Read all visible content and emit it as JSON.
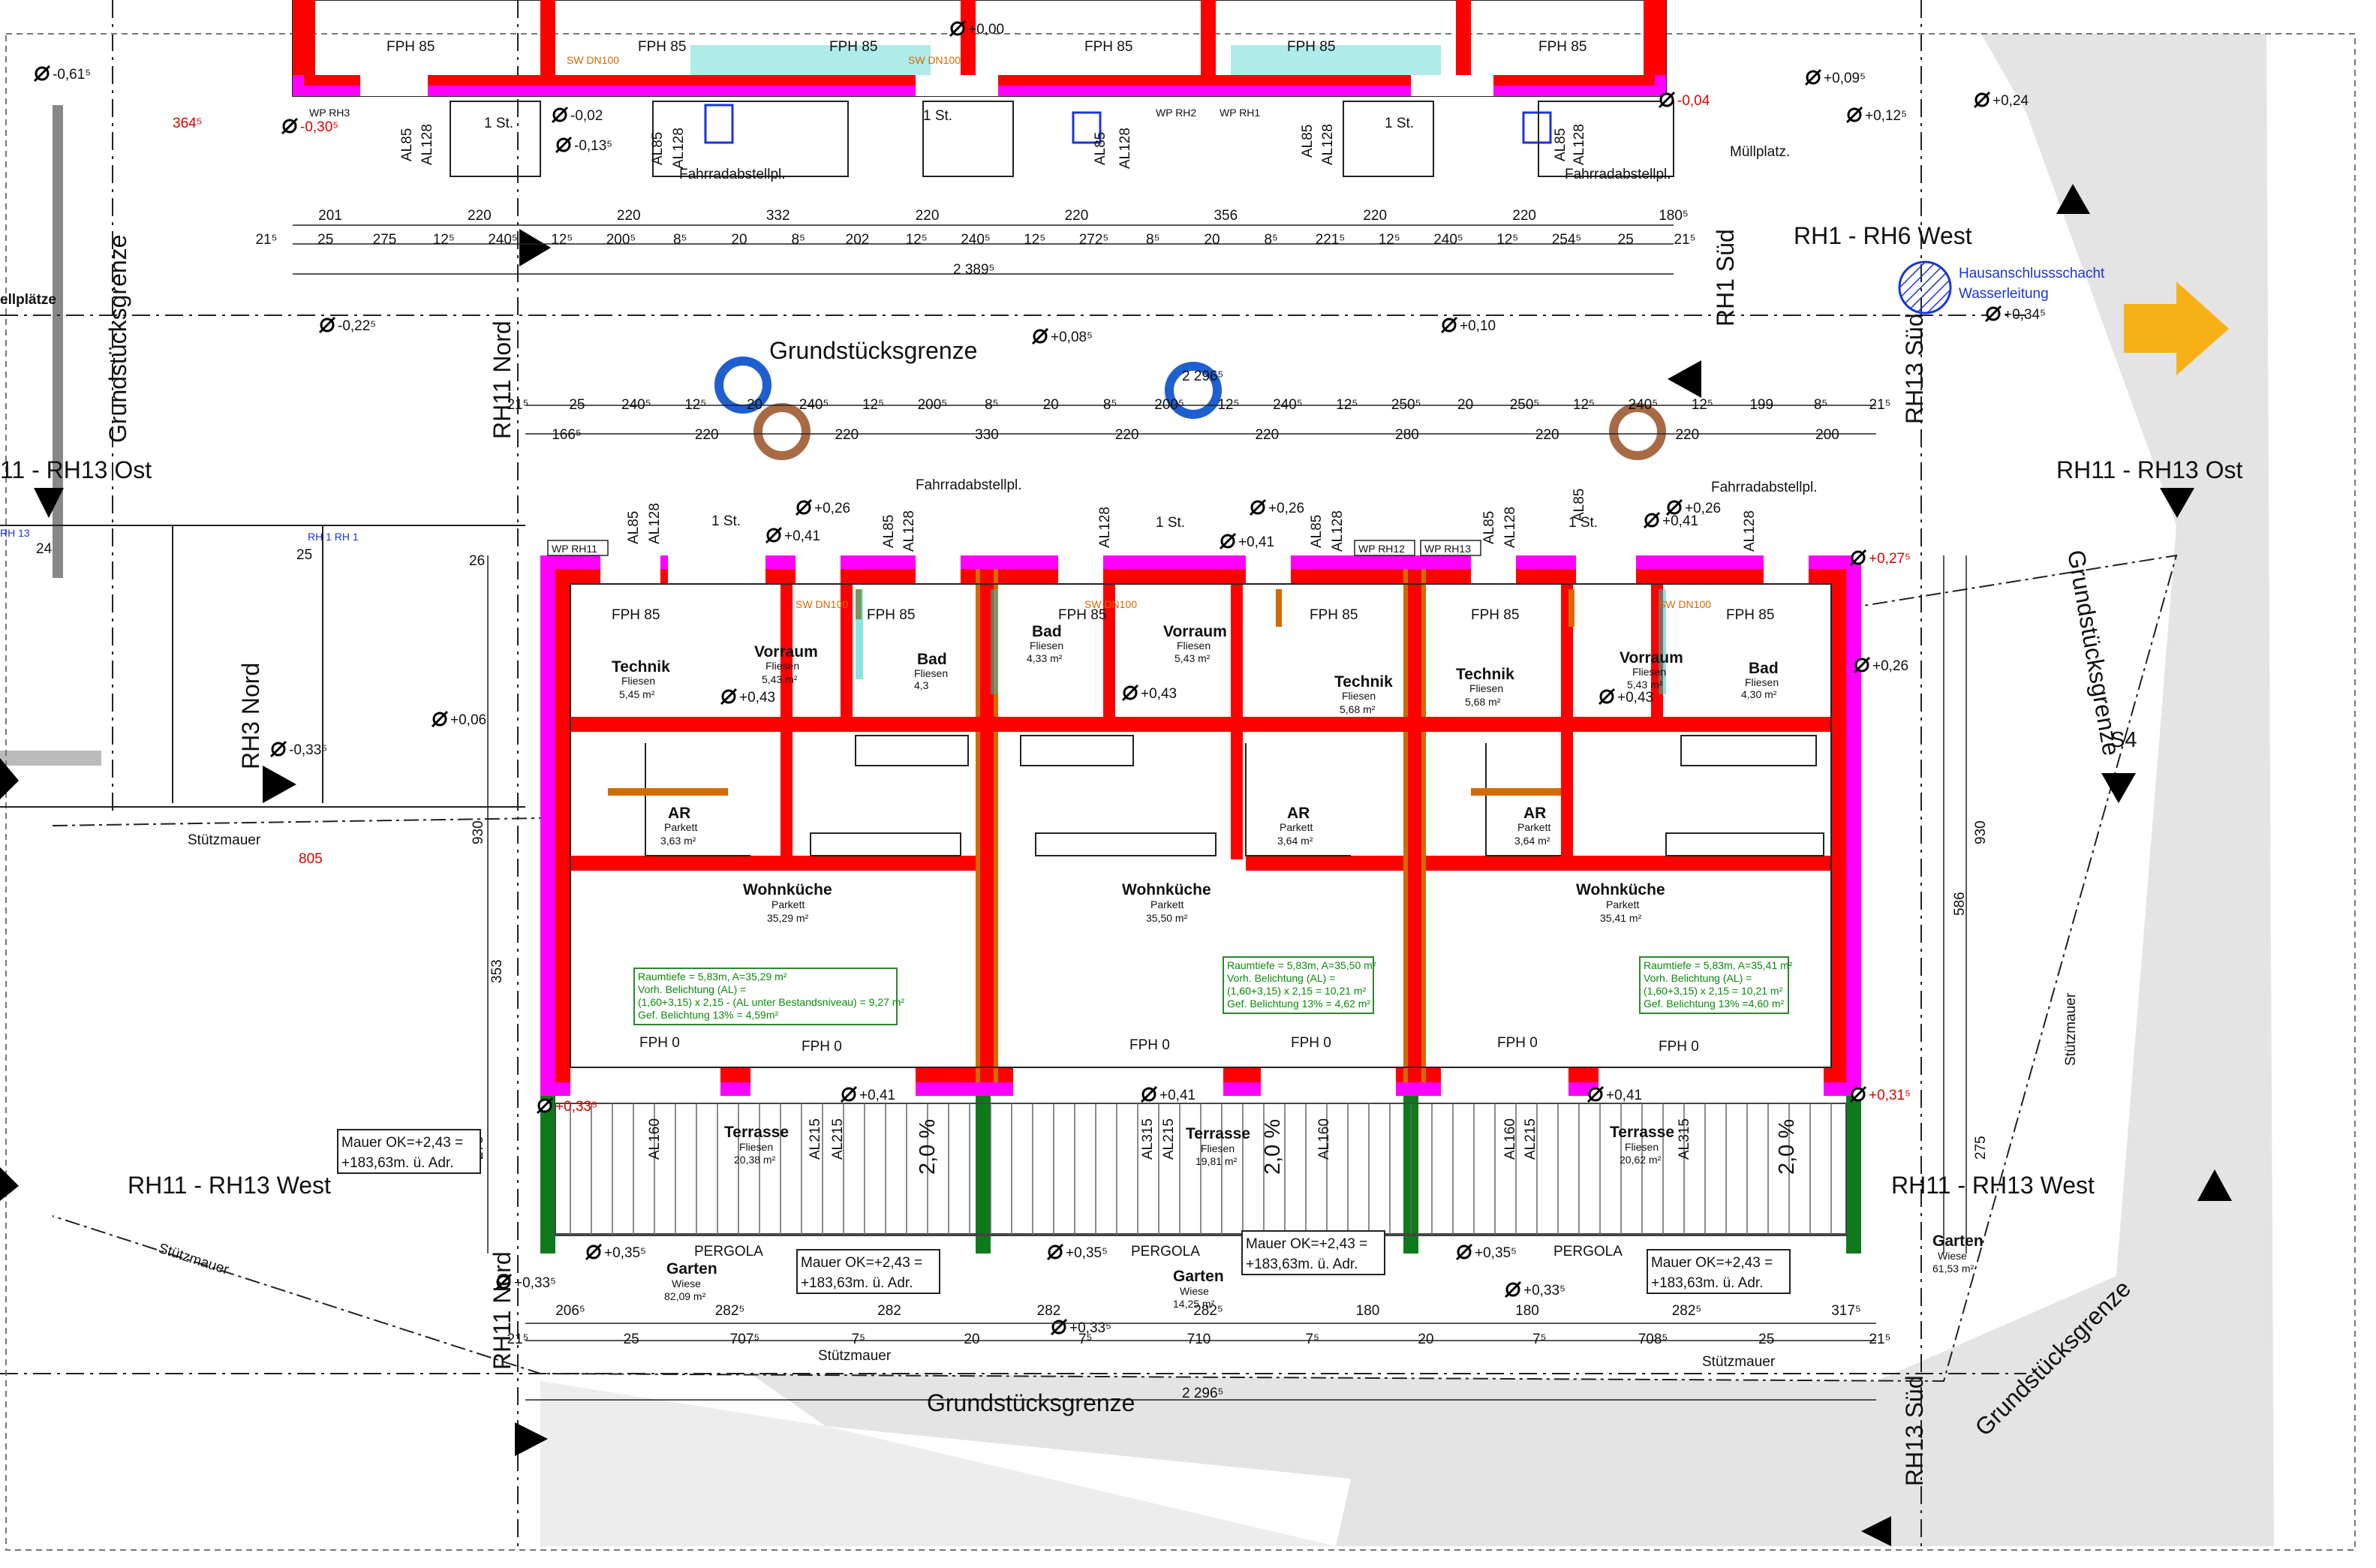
{
  "labels": {
    "grenze_top": "Grundstücksgrenze",
    "grenze_bottom": "Grundstücksgrenze",
    "grenze_left": "Grundstücksgrenze",
    "grenze_right": "Grundstücksgrenze",
    "grenze_right_bottom": "Grundstücksgrenze",
    "rh1_rh6_west": "RH1 - RH6 West",
    "rh11_rh13_ost_left": "11 - RH13 Ost",
    "rh11_rh13_ost_right": "RH11 - RH13 Ost",
    "rh11_rh13_west_left": "RH11 - RH13 West",
    "rh11_rh13_west_right": "RH11 - RH13 West",
    "rh11_nord_top": "RH11 Nord",
    "rh11_nord_bottom": "RH11 Nord",
    "rh13_sued_top": "RH13 Süd",
    "rh13_sued_bottom": "RH13 Süd",
    "rh1_sued": "RH1 Süd",
    "rh3_nord": "RH3 Nord",
    "s4": "S4",
    "muellplatz": "Müllplatz.",
    "stellplaetze": "ellplätze",
    "hausanschluss_1": "Hausanschlussschacht",
    "hausanschluss_2": "Wasserleitung",
    "stuetzmauer_1": "Stützmauer",
    "stuetzmauer_2": "Stützmauer",
    "stuetzmauer_3": "Stützmauer",
    "stuetzmauer_4": "Stützmauer",
    "stuetzmauer_5": "Stützmauer",
    "pergola": "PERGOLA",
    "fahrrad": "Fahrradabstellpl.",
    "garten": "Garten",
    "wiese": "Wiese",
    "mauer_1": "Mauer OK=+2,43 =",
    "mauer_2": "+183,63m. ü. Adr.",
    "n24": "24",
    "n25": "25",
    "n26": "26",
    "rh13_small": "RH 13",
    "rh1_small": "RH 1 RH 1",
    "ost_dim_805": "805",
    "dim_364": "364⁵",
    "dim_2389": "2 389⁵",
    "dim_2296_top": "2 296⁵",
    "dim_2296_bottom": "2 296⁵",
    "dim_930_l": "930",
    "dim_930_r": "930",
    "dim_586": "586",
    "dim_353": "353",
    "dim_275_l": "275",
    "dim_275_r": "275"
  },
  "levels": {
    "l_061": "-0,61⁵",
    "l_022": "-0,22⁵",
    "l_033": "-0,33⁵",
    "l_006": "+0,06",
    "l_008": "+0,08⁵",
    "l_010": "+0,10",
    "l_009": "+0,09⁵",
    "l_012": "+0,12⁵",
    "l_024": "+0,24",
    "l_034": "+0,34⁵",
    "l_026_a": "+0,26",
    "l_026_b": "+0,26",
    "l_026_c": "+0,26",
    "l_026_d": "+0,26",
    "l_041_a": "+0,41",
    "l_041_b": "+0,41",
    "l_041_c": "+0,41",
    "l_043_a": "+0,43",
    "l_043_b": "+0,43",
    "l_043_c": "+0,43",
    "l_027": "+0,27⁵",
    "l_031": "+0,31⁵",
    "l_033_red": "+0,33⁵",
    "l_041_t1": "+0,41",
    "l_041_t2": "+0,41",
    "l_041_t3": "+0,41",
    "l_035_a": "+0,35⁵",
    "l_035_b": "+0,35⁵",
    "l_035_c": "+0,35⁵",
    "l_033_b": "+0,33⁵",
    "l_033_c": "+0,33⁵",
    "l_033_d": "+0,33⁵",
    "l_002": "-0,02",
    "l_013": "-0,13⁵",
    "l_030": "-0,30⁵",
    "l_004": "-0,04",
    "l_000": "+0,00"
  },
  "top_row": {
    "fph": "FPH 85",
    "wp_rh3": "WP RH3",
    "wp_rh2": "WP RH2",
    "wp_rh1": "WP RH1",
    "sw_dn100": "SW DN100",
    "al85": "AL85",
    "al128": "AL128",
    "st1": "1 St."
  },
  "dims_top_a": [
    "201",
    "220",
    "220",
    "332",
    "220",
    "220",
    "356",
    "220",
    "220",
    "180⁵"
  ],
  "dims_top_b": [
    "21⁵",
    "25",
    "275",
    "12⁵",
    "240⁵",
    "12⁵",
    "200⁵",
    "8⁵",
    "20",
    "8⁵",
    "202",
    "12⁵",
    "240⁵",
    "12⁵",
    "272⁵",
    "8⁵",
    "20",
    "8⁵",
    "221⁵",
    "12⁵",
    "240⁵",
    "12⁵",
    "254⁵",
    "25",
    "21⁵"
  ],
  "dims_mid_a": [
    "21⁵",
    "25",
    "240⁵",
    "12⁵",
    "20",
    "240⁵",
    "12⁵",
    "200⁵",
    "8⁵",
    "20",
    "8⁵",
    "200⁵",
    "12⁵",
    "240⁵",
    "12⁵",
    "250⁵",
    "20",
    "250⁵",
    "12⁵",
    "240⁵",
    "12⁵",
    "199",
    "8⁵",
    "21⁵"
  ],
  "dims_mid_b": [
    "166⁵",
    "220",
    "220",
    "330",
    "220",
    "220",
    "280",
    "220",
    "220",
    "200"
  ],
  "dims_bot_a": [
    "206⁵",
    "282⁵",
    "282",
    "282",
    "282⁵",
    "180",
    "180",
    "282⁵",
    "317⁵"
  ],
  "dims_bot_b": [
    "21⁵",
    "25",
    "707⁵",
    "7⁵",
    "20",
    "7⁵",
    "710",
    "7⁵",
    "20",
    "7⁵",
    "708⁵",
    "25",
    "21⁵"
  ],
  "houses": [
    {
      "wp": "WP RH11",
      "technik": {
        "name": "Technik",
        "floor": "Fliesen",
        "area": "5,45 m²"
      },
      "vorraum": {
        "name": "Vorraum",
        "floor": "Fliesen",
        "area": "5,43 m²"
      },
      "bad": {
        "name": "Bad",
        "floor": "Fliesen",
        "area": "4,3"
      },
      "ar": {
        "name": "AR",
        "floor": "Parkett",
        "area": "3,63 m²"
      },
      "wohn": {
        "name": "Wohnküche",
        "floor": "Parkett",
        "area": "35,29 m²"
      },
      "terrasse": {
        "name": "Terrasse",
        "floor": "Fliesen",
        "area": "20,38 m²"
      },
      "garten_area": "82,09 m²",
      "note": [
        "Raumtiefe = 5,83m, A=35,29 m²",
        "Vorh. Belichtung (AL) =",
        "(1,60+3,15) x 2,15 - (AL unter Bestandsniveau)  = 9,27 m²",
        "Gef. Belichtung 13% = 4,59m²"
      ],
      "fph_top": "FPH 85",
      "fph_top2": "FPH 85",
      "fph0_a": "FPH 0",
      "fph0_b": "FPH 0",
      "al_a": "AL160",
      "al_b": "AL215",
      "al_c": "AL215",
      "slope": "2,0 %"
    },
    {
      "wp": "WP RH12",
      "technik": {
        "name": "Technik",
        "floor": "Fliesen",
        "area": "5,68 m²"
      },
      "vorraum": {
        "name": "Vorraum",
        "floor": "Fliesen",
        "area": "5,43 m²"
      },
      "bad": {
        "name": "Bad",
        "floor": "Fliesen",
        "area": "4,33 m²"
      },
      "ar": {
        "name": "AR",
        "floor": "Parkett",
        "area": "3,64 m²"
      },
      "wohn": {
        "name": "Wohnküche",
        "floor": "Parkett",
        "area": "35,50 m²"
      },
      "terrasse": {
        "name": "Terrasse",
        "floor": "Fliesen",
        "area": "19,81 m²"
      },
      "garten_area": "14,25 m²",
      "note": [
        "Raumtiefe = 5,83m, A=35,50 m²",
        "Vorh. Belichtung (AL) =",
        "(1,60+3,15) x 2,15 = 10,21 m²",
        "Gef. Belichtung 13% = 4,62 m²"
      ],
      "fph_top": "FPH 85",
      "fph_top2": "FPH 85",
      "fph0_a": "FPH 0",
      "fph0_b": "FPH 0",
      "al_a": "AL315",
      "al_b": "AL215",
      "al_c": "AL160",
      "slope": "2,0 %"
    },
    {
      "wp": "WP RH13",
      "technik": {
        "name": "Technik",
        "floor": "Fliesen",
        "area": "5,68 m²"
      },
      "vorraum": {
        "name": "Vorraum",
        "floor": "Fliesen",
        "area": "5,43 m²"
      },
      "bad": {
        "name": "Bad",
        "floor": "Fliesen",
        "area": "4,30 m²"
      },
      "ar": {
        "name": "AR",
        "floor": "Parkett",
        "area": "3,64 m²"
      },
      "wohn": {
        "name": "Wohnküche",
        "floor": "Parkett",
        "area": "35,41 m²"
      },
      "terrasse": {
        "name": "Terrasse",
        "floor": "Fliesen",
        "area": "20,62 m²"
      },
      "garten_area": "61,53 m²",
      "note": [
        "Raumtiefe = 5,83m, A=35,41 m²",
        "Vorh. Belichtung (AL) =",
        "(1,60+3,15) x 2,15 = 10,21 m²",
        "Gef. Belichtung 13% =4,60 m²"
      ],
      "fph_top": "FPH 85",
      "fph_top2": "FPH 85",
      "fph0_a": "FPH 0",
      "fph0_b": "FPH 0",
      "al_a": "AL160",
      "al_b": "AL215",
      "al_c": "AL315",
      "slope": "2,0 %"
    }
  ],
  "colors": {
    "wall_red": "#ff0000",
    "insulation_magenta": "#ff00ff",
    "pergola_green": "#0f7a1c",
    "arrow_yellow": "#f7b117",
    "marker_blue": "#1f5fd0",
    "marker_brown": "#a86a45",
    "note_green": "#2a8a2a",
    "ground_grey": "#e4e4e4"
  }
}
